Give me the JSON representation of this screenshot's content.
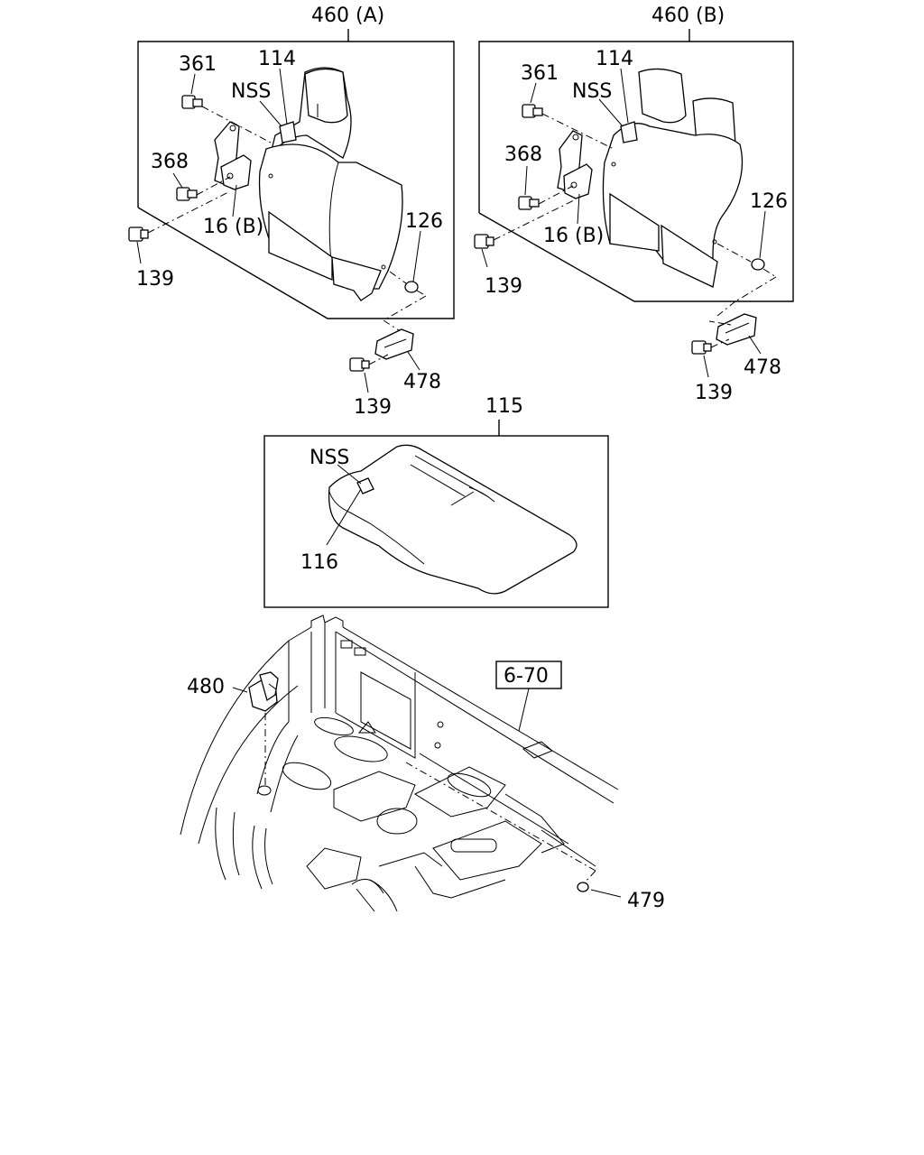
{
  "labels": {
    "assy_460a": "460 (A)",
    "assy_460b": "460 (B)",
    "a_361": "361",
    "a_114": "114",
    "a_nss": "NSS",
    "a_368": "368",
    "a_16b": "16 (B)",
    "a_126": "126",
    "a_139": "139",
    "a_139_lower": "139",
    "a_478": "478",
    "b_361": "361",
    "b_114": "114",
    "b_nss": "NSS",
    "b_368": "368",
    "b_16b": "16 (B)",
    "b_126": "126",
    "b_139": "139",
    "b_139_lower": "139",
    "b_478": "478",
    "cushion_115": "115",
    "cushion_nss": "NSS",
    "cushion_116": "116",
    "floor_480": "480",
    "floor_ref": "6-70",
    "floor_479": "479"
  }
}
